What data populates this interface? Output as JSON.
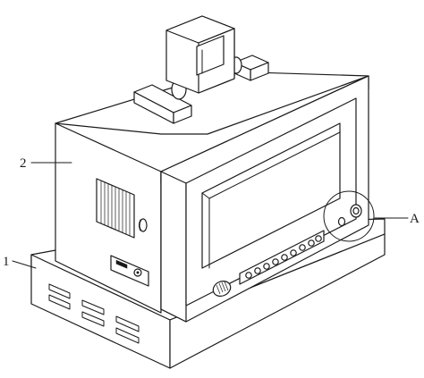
{
  "labels": {
    "part_1": "1",
    "part_2": "2",
    "detail_a": "A"
  },
  "colors": {
    "line": "#1a1a1a",
    "background": "#ffffff"
  }
}
